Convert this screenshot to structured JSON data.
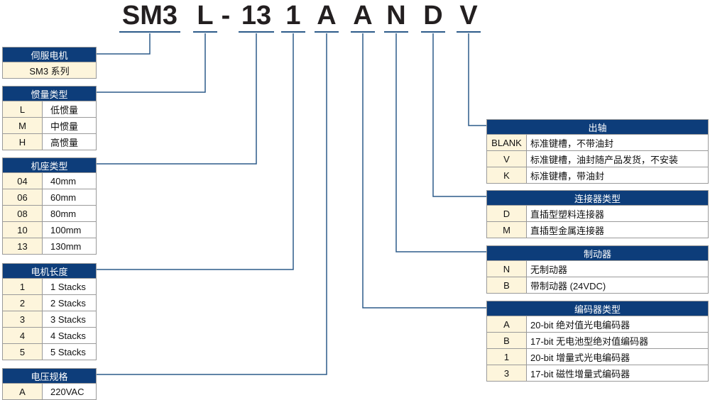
{
  "model_code": {
    "segments": [
      "SM3",
      "L",
      "-",
      "13",
      "1",
      "A",
      "A",
      "N",
      "D",
      "V"
    ]
  },
  "left_tables": [
    {
      "title": "伺服电机",
      "rows": [
        {
          "key": "SM3 系列",
          "value": ""
        }
      ]
    },
    {
      "title": "惯量类型",
      "rows": [
        {
          "key": "L",
          "value": "低惯量"
        },
        {
          "key": "M",
          "value": "中惯量"
        },
        {
          "key": "H",
          "value": "高惯量"
        }
      ]
    },
    {
      "title": "机座类型",
      "rows": [
        {
          "key": "04",
          "value": "40mm"
        },
        {
          "key": "06",
          "value": "60mm"
        },
        {
          "key": "08",
          "value": "80mm"
        },
        {
          "key": "10",
          "value": "100mm"
        },
        {
          "key": "13",
          "value": "130mm"
        }
      ]
    },
    {
      "title": "电机长度",
      "rows": [
        {
          "key": "1",
          "value": "1 Stacks"
        },
        {
          "key": "2",
          "value": "2 Stacks"
        },
        {
          "key": "3",
          "value": "3 Stacks"
        },
        {
          "key": "4",
          "value": "4 Stacks"
        },
        {
          "key": "5",
          "value": "5 Stacks"
        }
      ]
    },
    {
      "title": "电压规格",
      "rows": [
        {
          "key": "A",
          "value": "220VAC"
        }
      ]
    }
  ],
  "right_tables": [
    {
      "title": "出轴",
      "rows": [
        {
          "key": "BLANK",
          "value": "标准键槽，不带油封"
        },
        {
          "key": "V",
          "value": "标准键槽，油封随产品发货，不安装"
        },
        {
          "key": "K",
          "value": "标准键槽，带油封"
        }
      ]
    },
    {
      "title": "连接器类型",
      "rows": [
        {
          "key": "D",
          "value": "直插型塑料连接器"
        },
        {
          "key": "M",
          "value": "直插型金属连接器"
        }
      ]
    },
    {
      "title": "制动器",
      "rows": [
        {
          "key": "N",
          "value": "无制动器"
        },
        {
          "key": "B",
          "value": "带制动器 (24VDC)"
        }
      ]
    },
    {
      "title": "编码器类型",
      "rows": [
        {
          "key": "A",
          "value": "20-bit 绝对值光电编码器"
        },
        {
          "key": "B",
          "value": "17-bit 无电池型绝对值编码器"
        },
        {
          "key": "1",
          "value": "20-bit 增量式光电编码器"
        },
        {
          "key": "3",
          "value": "17-bit 磁性增量式编码器"
        }
      ]
    }
  ]
}
